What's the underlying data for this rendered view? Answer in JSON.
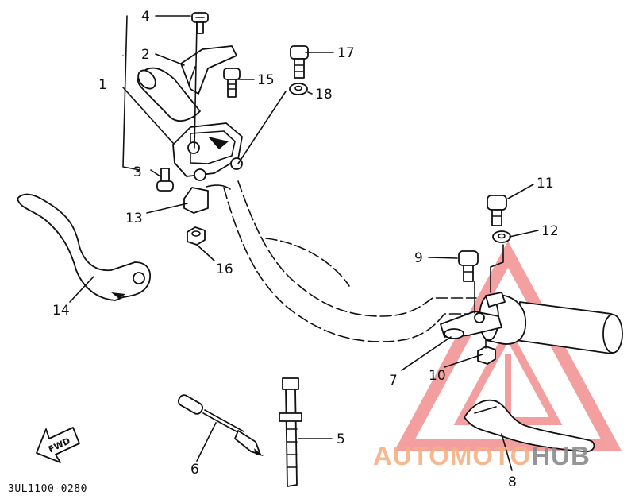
{
  "diagram": {
    "code": "3UL1100-0280",
    "fwd_label": "FWD",
    "callouts": {
      "c1": "1",
      "c2": "2",
      "c3": "3",
      "c4": "4",
      "c5": "5",
      "c6": "6",
      "c7": "7",
      "c8": "8",
      "c9": "9",
      "c10": "10",
      "c11": "11",
      "c12": "12",
      "c13": "13",
      "c14": "14",
      "c15": "15",
      "c16": "16",
      "c17": "17",
      "c18": "18"
    }
  },
  "watermark": {
    "word_1": "AUTO",
    "word_2": "MOTO",
    "word_3": "HUB",
    "color_1": "#f4b183",
    "color_2": "#f4b183",
    "color_3": "#8a8a8a",
    "logo_color": "#f08080"
  }
}
